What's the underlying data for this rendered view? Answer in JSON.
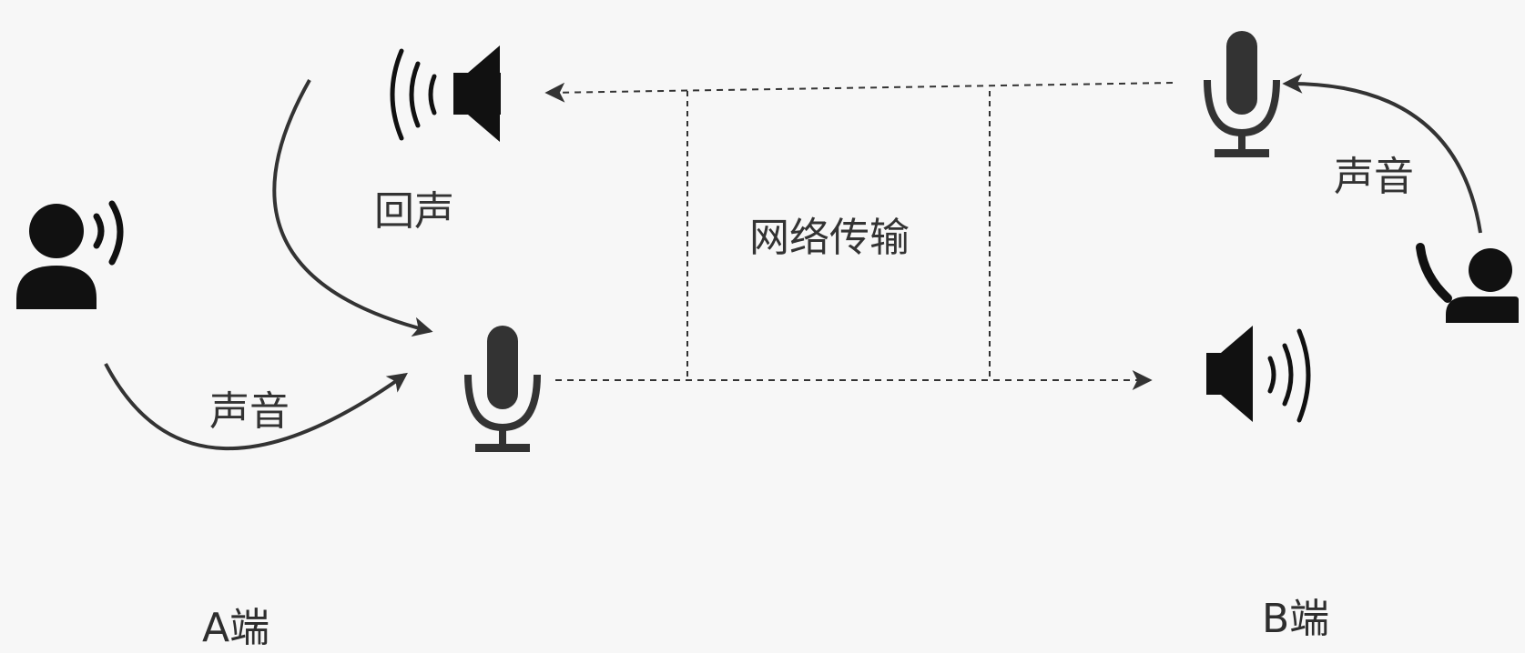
{
  "labels": {
    "echo": "回声",
    "sound_a": "声音",
    "sound_b": "声音",
    "network": "网络传输",
    "end_a": "A端",
    "end_b": "B端"
  },
  "colors": {
    "background": "#f7f7f7",
    "icon": "#111111",
    "mic": "#333333",
    "arrow": "#333333",
    "text": "#333333"
  },
  "icons": {
    "speaker_a": "speaker-icon",
    "mic_a": "microphone-icon",
    "person_a": "speaking-person-icon",
    "mic_b": "microphone-icon",
    "speaker_b": "speaker-icon",
    "person_b": "speaking-person-icon"
  }
}
